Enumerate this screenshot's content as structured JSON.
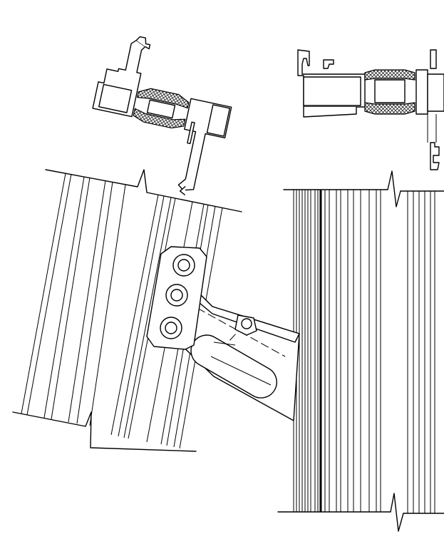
{
  "drawing": {
    "stroke_color": "#000000",
    "background_color": "#ffffff",
    "views": [
      "thermal-break-profile-rotated",
      "thermal-break-profile-upright",
      "frame-elevation-tilted",
      "frame-elevation-upright",
      "hinge-stay-arm"
    ]
  }
}
